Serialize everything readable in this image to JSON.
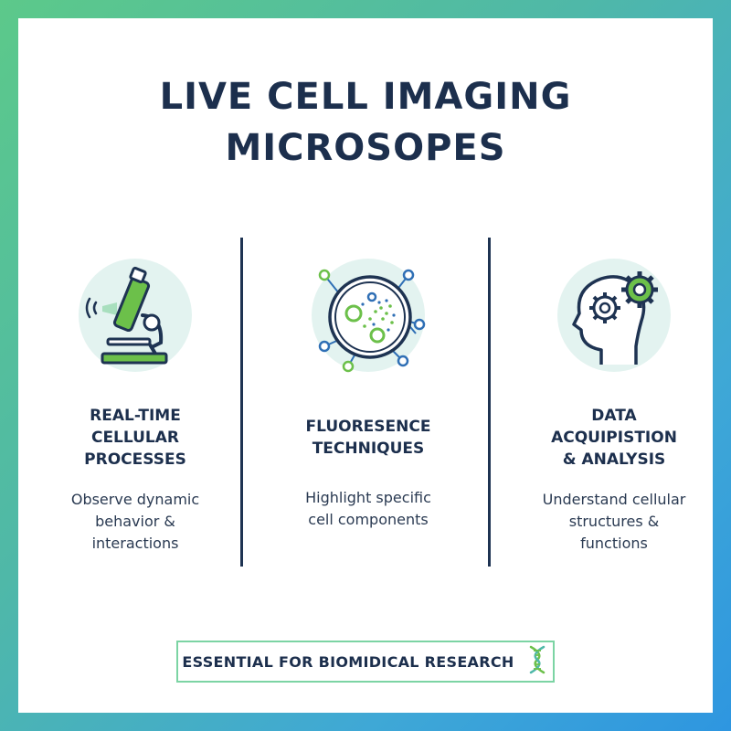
{
  "title": {
    "line1": "LIVE CELL IMAGING",
    "line2": "MICROSOPES"
  },
  "columns": [
    {
      "icon": "microscope-icon",
      "heading": [
        "REAL-TIME",
        "CELLULAR",
        "PROCESSES"
      ],
      "body": [
        "Observe dynamic",
        "behavior &",
        "interactions"
      ]
    },
    {
      "icon": "fluorescent-cell-icon",
      "heading": [
        "FLUORESENCE",
        "TECHNIQUES"
      ],
      "body": [
        "Highlight specific",
        "cell components"
      ]
    },
    {
      "icon": "head-gears-icon",
      "heading": [
        "DATA",
        "ACQUIPISTION",
        "& ANALYSIS"
      ],
      "body": [
        "Understand cellular",
        "structures &",
        "functions"
      ]
    }
  ],
  "footer": {
    "label": "ESSENTIAL FOR BIOMIDICAL RESEARCH",
    "icon": "dna-icon"
  },
  "colors": {
    "navy": "#1c2f4d",
    "accent_green": "#6cc04a",
    "accent_blue": "#2f6fb5",
    "icon_bg": "#e3f3f0"
  }
}
